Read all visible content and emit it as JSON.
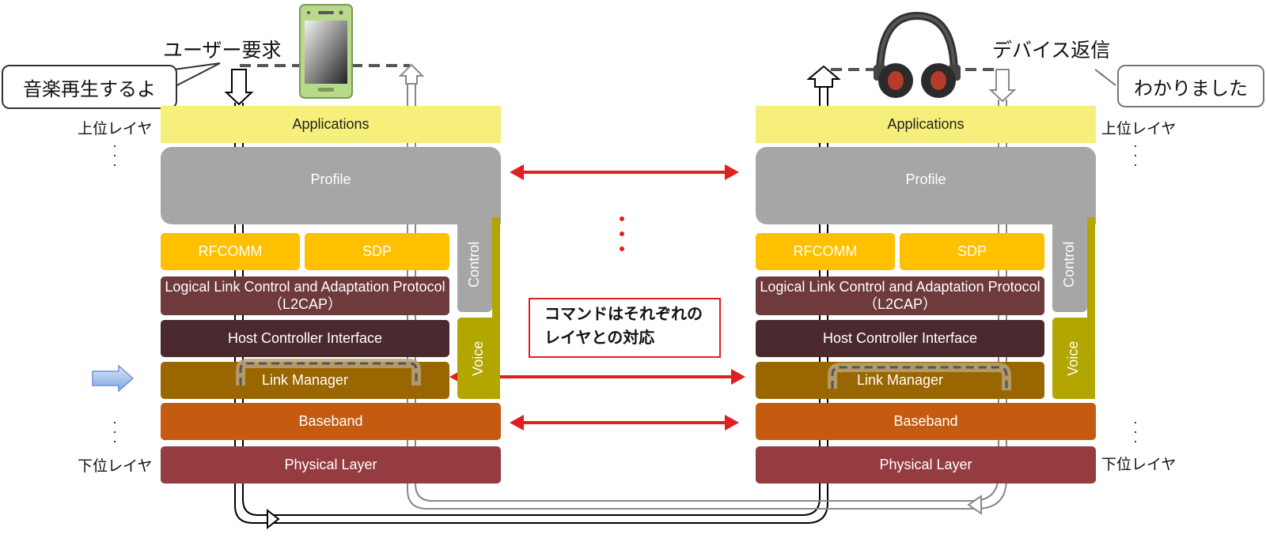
{
  "request": {
    "label": "ユーザー要求",
    "bubble": "音楽再生するよ"
  },
  "reply": {
    "label": "デバイス返信",
    "bubble": "わかりました"
  },
  "side_labels": {
    "upper": "上位レイヤ",
    "lower": "下位レイヤ"
  },
  "stack": {
    "applications": "Applications",
    "profile": "Profile",
    "rfcomm": "RFCOMM",
    "sdp": "SDP",
    "l2cap_line1": "Logical Link Control and Adaptation Protocol",
    "l2cap_line2": "（L2CAP）",
    "hci": "Host Controller Interface",
    "link_manager": "Link Manager",
    "baseband": "Baseband",
    "physical": "Physical Layer",
    "control": "Control",
    "voice": "Voice"
  },
  "note": {
    "line1": "コマンドはそれぞれの",
    "line2": "レイヤとの対応"
  },
  "colors": {
    "applications": "#f7ef7b",
    "profile": "#a6a6a6",
    "rfcomm_sdp": "#ffc000",
    "l2cap": "#6e3a3c",
    "hci": "#4a2a2e",
    "link_manager": "#996600",
    "baseband": "#c55a11",
    "physical": "#943c40",
    "voice": "#b3a600",
    "arrow_red": "#e02020"
  },
  "icons": {
    "left_device": "smartphone-icon",
    "right_device": "headphones-icon",
    "pointer": "blue-right-arrow-icon"
  }
}
